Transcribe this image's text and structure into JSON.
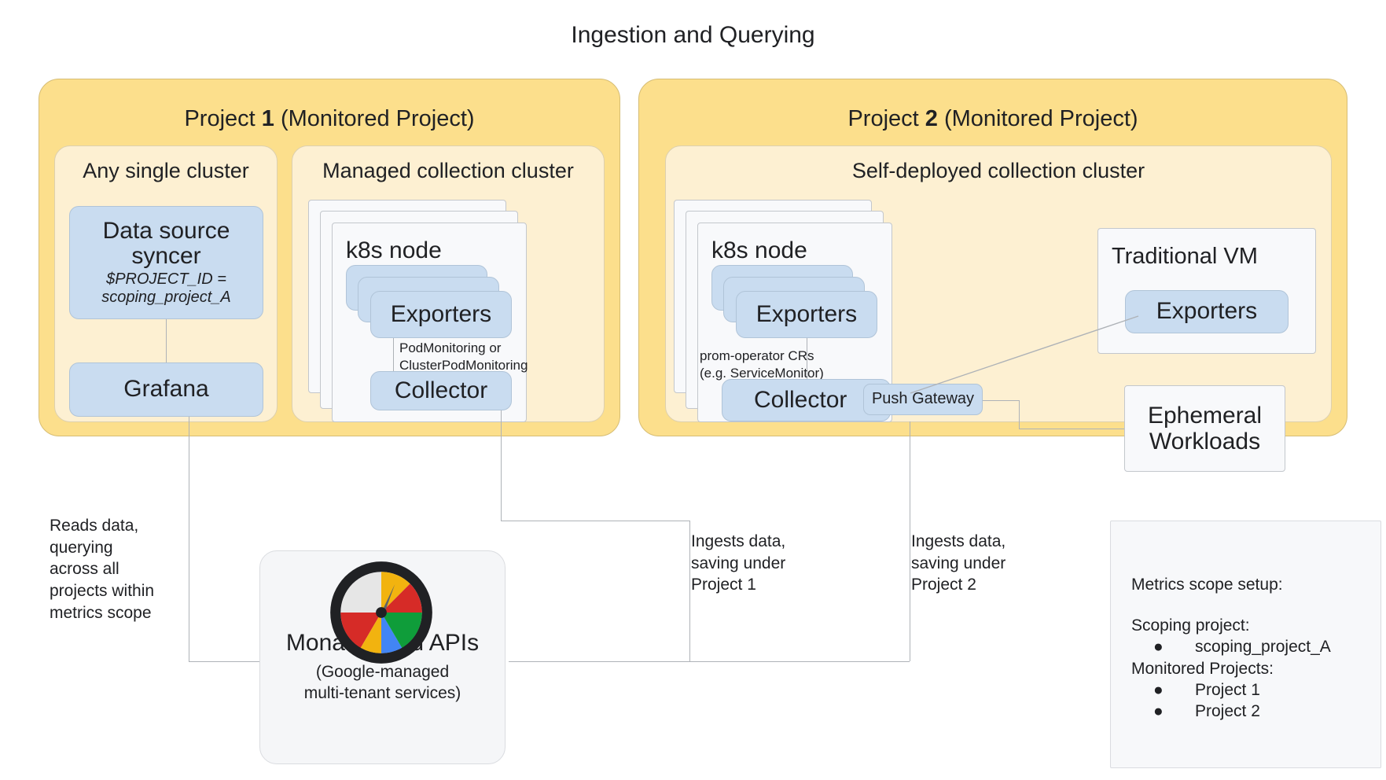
{
  "title": "Ingestion and Querying",
  "projects": [
    {
      "name_prefix": "Project ",
      "number": "1",
      "name_suffix": " (Monitored Project)",
      "clusters": [
        {
          "title": "Any single cluster",
          "boxes": [
            {
              "label": "Data source syncer",
              "sub_line1": "$PROJECT_ID =",
              "sub_line2": "scoping_project_A"
            },
            {
              "label": "Grafana"
            }
          ]
        },
        {
          "title": "Managed collection cluster",
          "node_label": "k8s node",
          "boxes": [
            {
              "label": "Exporters"
            },
            {
              "label": "Collector"
            }
          ],
          "edge_label": "PodMonitoring or\nClusterPodMonitoring"
        }
      ]
    },
    {
      "name_prefix": "Project ",
      "number": "2",
      "name_suffix": " (Monitored Project)",
      "clusters": [
        {
          "title": "Self-deployed collection cluster",
          "node_label": "k8s node",
          "boxes": [
            {
              "label": "Exporters"
            },
            {
              "label": "Collector"
            },
            {
              "label": "Push Gateway"
            }
          ],
          "edge_label": "prom-operator CRs\n(e.g. ServiceMonitor)",
          "side_panels": [
            {
              "title": "Traditional VM",
              "box": "Exporters"
            },
            {
              "title": "Ephemeral\nWorkloads"
            }
          ]
        }
      ]
    }
  ],
  "captions": {
    "reads": "Reads data,\nquerying\nacross all\nprojects within\nmetrics scope",
    "ingest_p1": "Ingests data,\nsaving under\nProject 1",
    "ingest_p2": "Ingests data,\nsaving under\nProject 2"
  },
  "monarch": {
    "title": "Monarch and APIs",
    "subtitle": "(Google-managed\nmulti-tenant services)",
    "icon": "cloud-monitoring-gauge-icon"
  },
  "legend": {
    "heading": "Metrics scope setup:",
    "scoping_heading": "Scoping project:",
    "scoping_items": [
      "scoping_project_A"
    ],
    "monitored_heading": "Monitored Projects:",
    "monitored_items": [
      "Project 1",
      "Project 2"
    ],
    "bullet": "●"
  },
  "colors": {
    "project_fill": "#fcdf8c",
    "cluster_fill": "#fdf0d2",
    "component_fill": "#c9dcf0",
    "panel_fill": "#f8f9fb",
    "line": "#aeb2b7",
    "google_blue": "#4285f4",
    "google_red": "#d62b27",
    "google_yellow": "#f2b30f",
    "google_green": "#0f9d3a",
    "gauge_dark": "#202124"
  }
}
